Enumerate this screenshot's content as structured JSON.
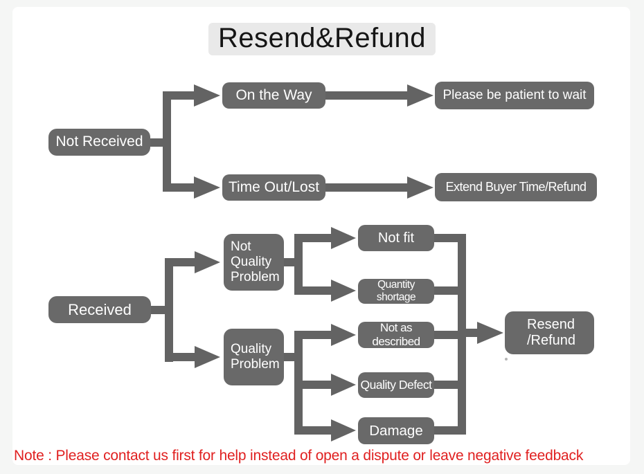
{
  "colors": {
    "canvas_bg": "#f5f6f5",
    "panel_bg": "#ffffff",
    "node_fill": "#696969",
    "node_text": "#ffffff",
    "connector": "#636363",
    "title_bg": "#e9e9e9",
    "title_text": "#151515",
    "note_text": "#e02020"
  },
  "title": "Resend&Refund",
  "flow1": {
    "root": "Not Received",
    "branches": [
      {
        "step": "On the Way",
        "outcome": "Please be patient to wait"
      },
      {
        "step": "Time Out/Lost",
        "outcome": "Extend Buyer Time/Refund"
      }
    ]
  },
  "flow2": {
    "root": "Received",
    "branches": [
      {
        "step": "Not Quality Problem",
        "cases": [
          "Not fit",
          "Quantity shortage"
        ]
      },
      {
        "step": "Quality Problem",
        "cases": [
          "Not as described",
          "Quality Defect",
          "Damage"
        ]
      }
    ],
    "outcome": "Resend /Refund"
  },
  "note": "Note : Please contact us first for help instead of open a dispute or leave negative feedback"
}
